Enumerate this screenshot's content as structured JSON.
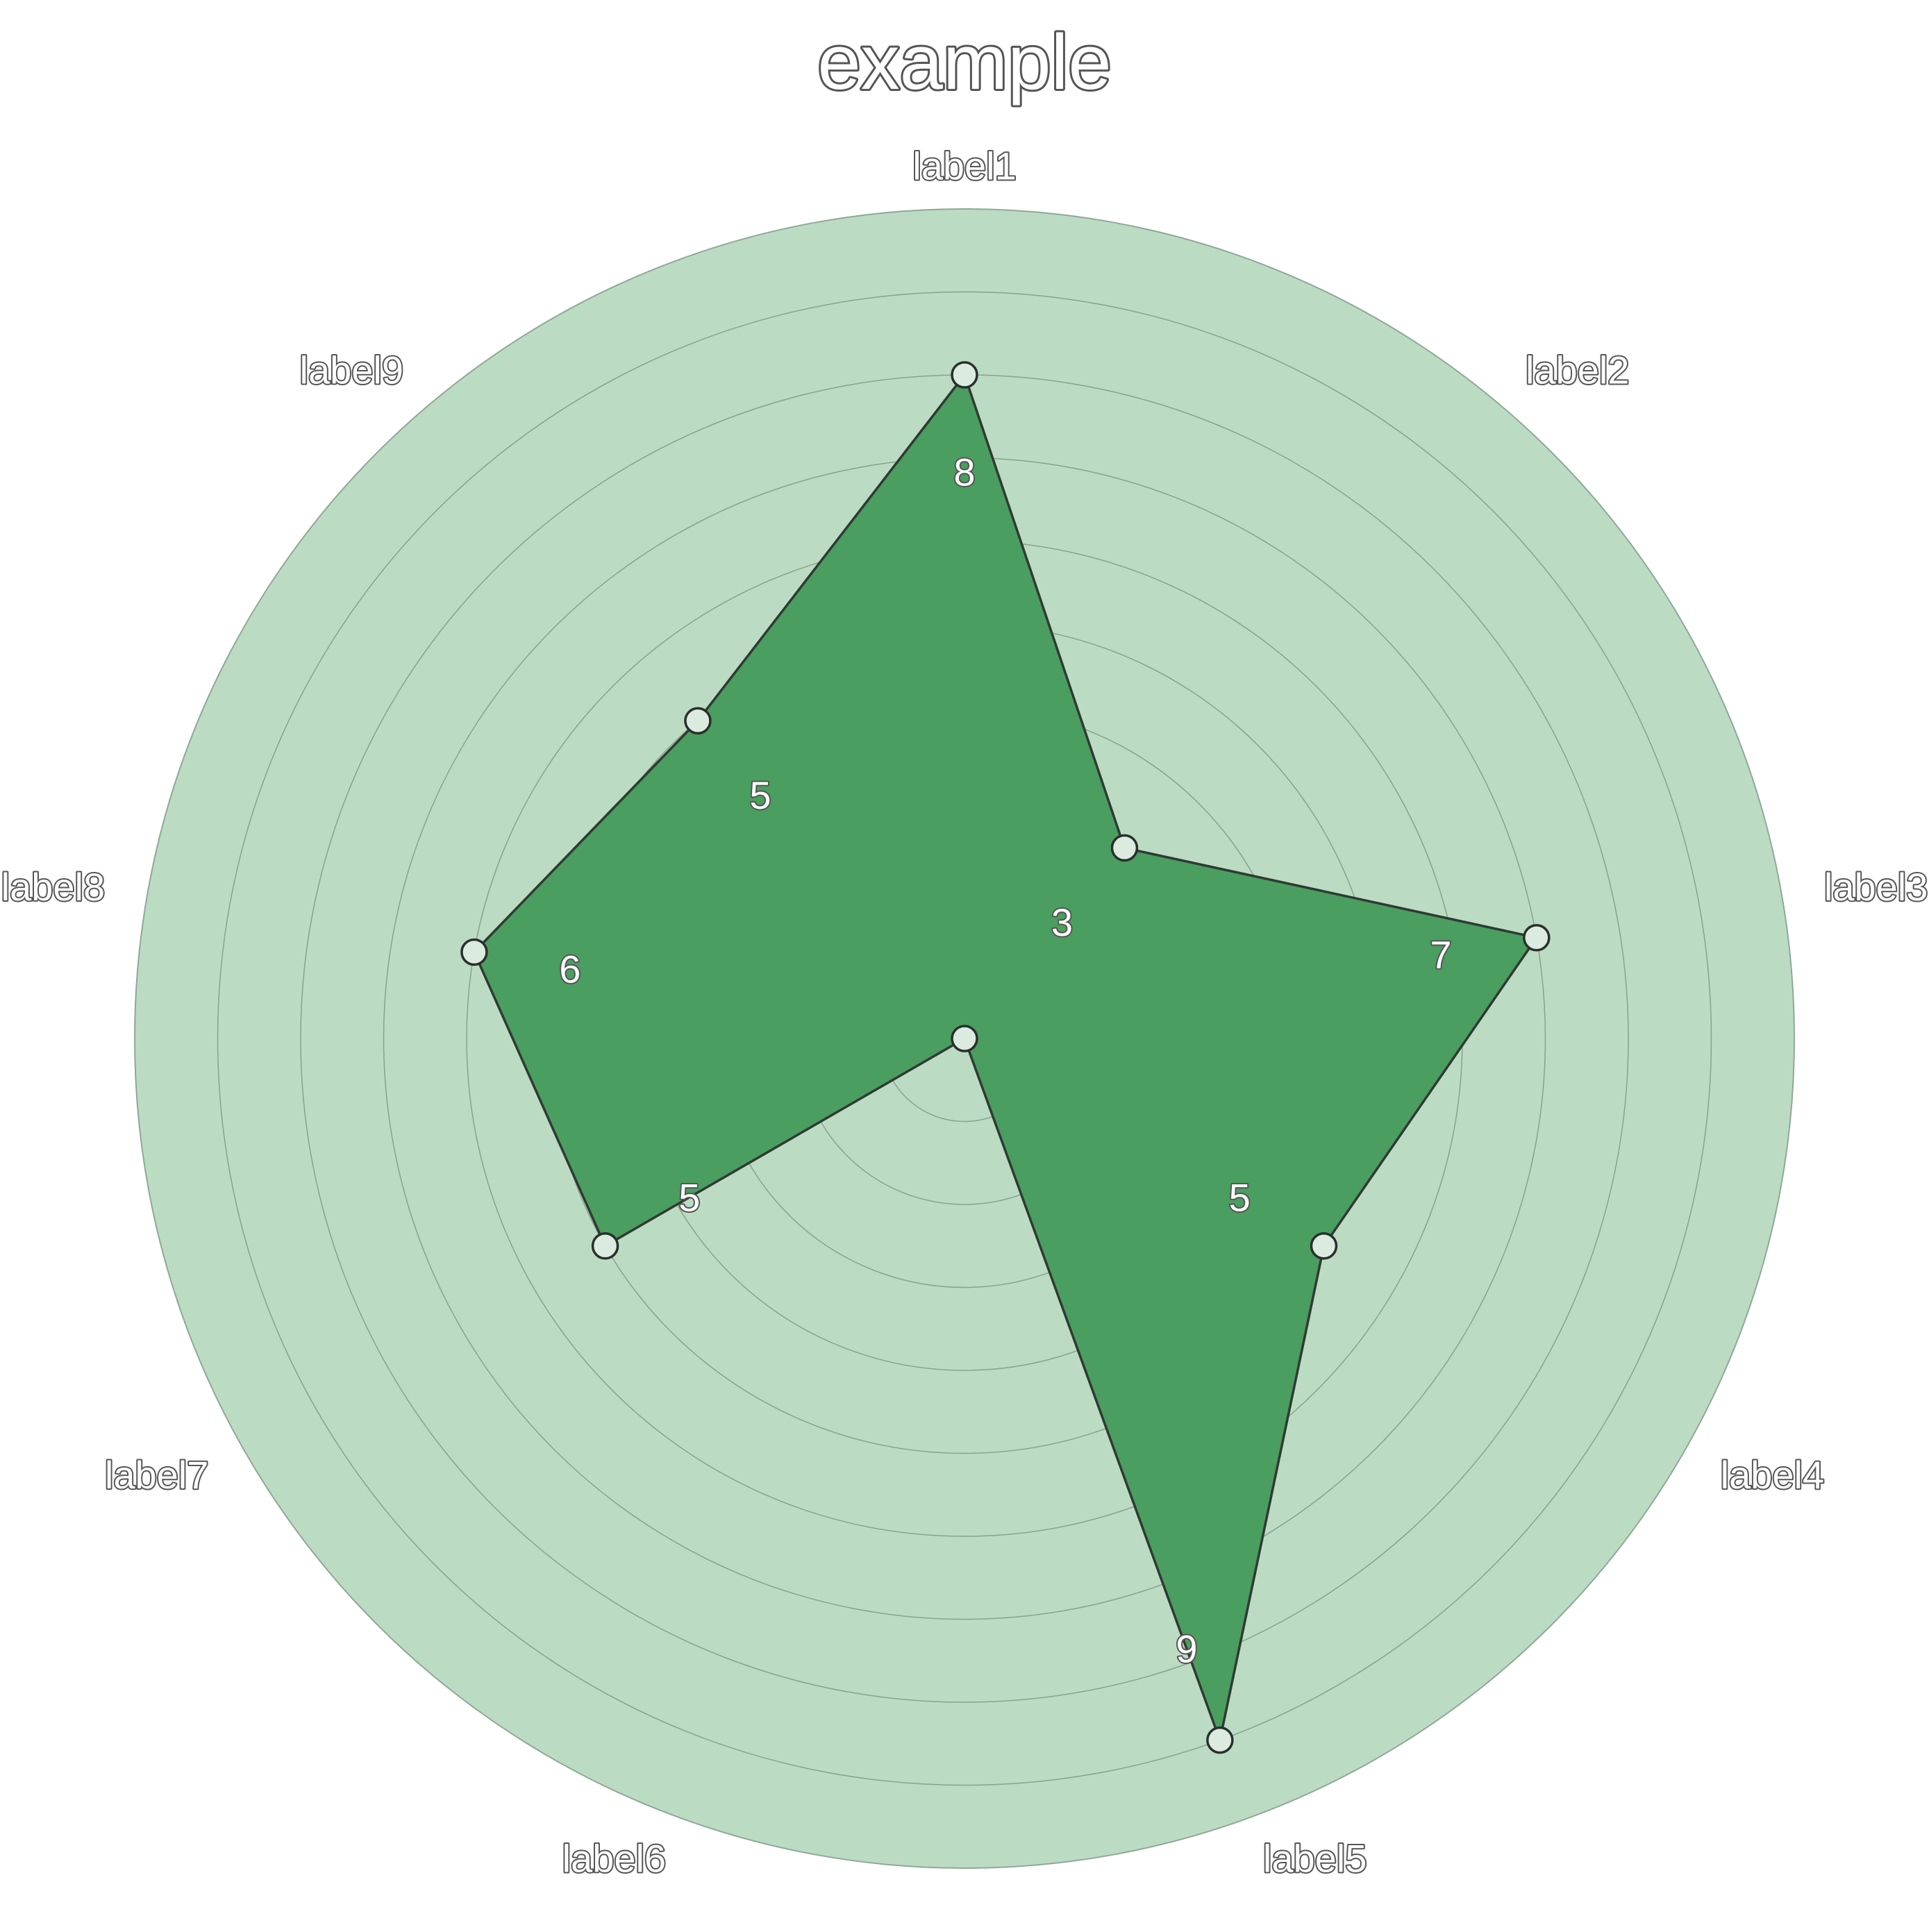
{
  "chart_data": {
    "type": "radar",
    "title": "example",
    "categories": [
      "label1",
      "label2",
      "label3",
      "label4",
      "label5",
      "label6",
      "label7",
      "label8",
      "label9"
    ],
    "values": [
      8,
      3,
      7,
      5,
      9,
      0,
      5,
      6,
      5
    ],
    "data_labels": [
      "8",
      "3",
      "7",
      "5",
      "9",
      "",
      "5",
      "6",
      "5"
    ],
    "rlim": [
      0,
      10
    ],
    "grid": true,
    "legend": "none",
    "colors": {
      "background_disc": "#bcdbc3",
      "polygon_fill": "#4a9e5f",
      "polygon_stroke": "#2f3a33",
      "marker_fill": "#dcebe0",
      "marker_stroke": "#2a2f2c",
      "grid_line": "#7f9c88",
      "text": "#ffffff",
      "text_halo": "#555555"
    }
  }
}
